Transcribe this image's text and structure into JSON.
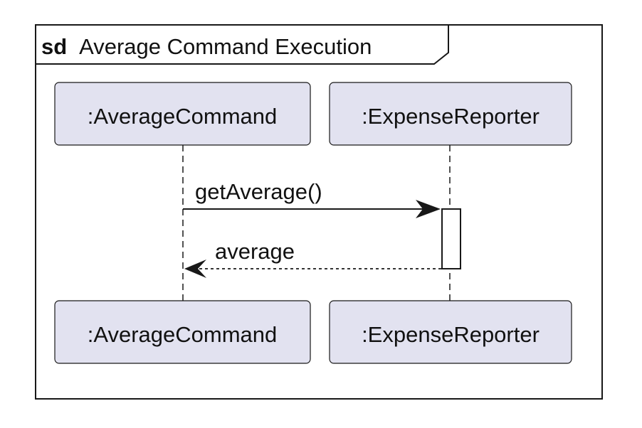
{
  "frame": {
    "keyword": "sd",
    "title": "Average Command Execution"
  },
  "participants": [
    {
      "name": ":AverageCommand"
    },
    {
      "name": ":ExpenseReporter"
    }
  ],
  "messages": [
    {
      "label": "getAverage()",
      "from": 0,
      "to": 1,
      "style": "solid"
    },
    {
      "label": "average",
      "from": 1,
      "to": 0,
      "style": "dashed"
    }
  ],
  "colors": {
    "participant_fill": "#e2e2f0",
    "participant_stroke": "#181818",
    "line": "#181818",
    "activation_fill": "#ffffff"
  }
}
